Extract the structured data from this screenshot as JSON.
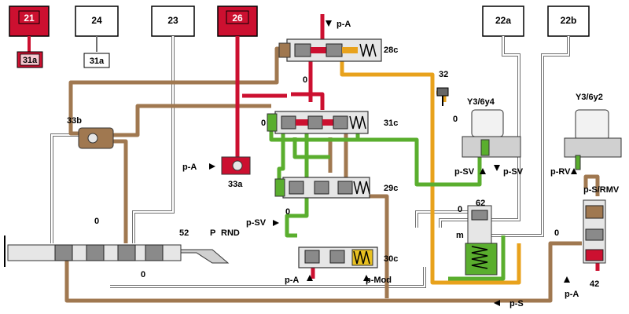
{
  "colors": {
    "red": "#cc1030",
    "brown": "#a07850",
    "green": "#5aae2e",
    "orange": "#e8a21c",
    "white_line": "#707070"
  },
  "boxes": {
    "b21": "21",
    "b24": "24",
    "b23": "23",
    "b26": "26",
    "b22a": "22a",
    "b22b": "22b",
    "sub31a_red": "31a",
    "sub31a_white": "31a"
  },
  "valves": {
    "v28c": "28c",
    "v31c": "31c",
    "v29c": "29c",
    "v30c": "30c",
    "v33a": "33a",
    "v33b": "33b",
    "v62": "62",
    "v42": "42",
    "v32": "32",
    "v52": "52",
    "spring_m": "m"
  },
  "solenoids": {
    "s1": "Y3/6y4",
    "s2": "Y3/6y2"
  },
  "pressures": {
    "pA_top": "p-A",
    "pA_33a": "p-A",
    "pA_30c": "p-A",
    "pA_42": "p-A",
    "pSV_29c": "p-SV",
    "pSV_y4_left": "p-SV",
    "pSV_y4_right": "p-SV",
    "pMod": "p-Mod",
    "pRV": "p-RV",
    "pSRMV": "p-S/RMV",
    "pS": "p-S"
  },
  "zeros": {
    "z1": "0",
    "z2": "0",
    "z3": "0",
    "z4": "0",
    "z5": "0",
    "z6": "0",
    "z7": "0",
    "z8": "0"
  },
  "selector": {
    "p": "P",
    "rnd": "RND"
  }
}
